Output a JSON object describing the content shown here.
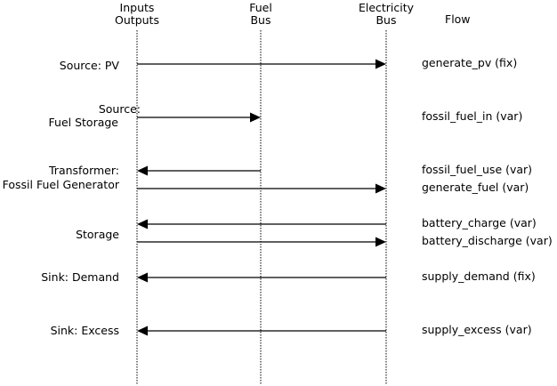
{
  "columns": {
    "io": [
      "Inputs",
      "Outputs"
    ],
    "fuel_bus": [
      "Fuel",
      "Bus"
    ],
    "electricity_bus": [
      "Electricity",
      "Bus"
    ],
    "flow": "Flow"
  },
  "components": [
    {
      "label": [
        "Source: PV"
      ]
    },
    {
      "label": [
        "Source:",
        "Fuel Storage"
      ]
    },
    {
      "label": [
        "Transformer:",
        "Fossil Fuel Generator"
      ]
    },
    {
      "label": [
        "Storage"
      ]
    },
    {
      "label": [
        "Sink: Demand"
      ]
    },
    {
      "label": [
        "Sink: Excess"
      ]
    }
  ],
  "flows": [
    {
      "name": "generate_pv (fix)",
      "from": "component",
      "to": "Electricity Bus"
    },
    {
      "name": "fossil_fuel_in (var)",
      "from": "component",
      "to": "Fuel Bus"
    },
    {
      "name": "fossil_fuel_use (var)",
      "from": "Fuel Bus",
      "to": "component"
    },
    {
      "name": "generate_fuel (var)",
      "from": "component",
      "to": "Electricity Bus"
    },
    {
      "name": "battery_charge (var)",
      "from": "Electricity Bus",
      "to": "component"
    },
    {
      "name": "battery_discharge (var)",
      "from": "component",
      "to": "Electricity Bus"
    },
    {
      "name": "supply_demand (fix)",
      "from": "Electricity Bus",
      "to": "component"
    },
    {
      "name": "supply_excess (var)",
      "from": "Electricity Bus",
      "to": "component"
    }
  ]
}
